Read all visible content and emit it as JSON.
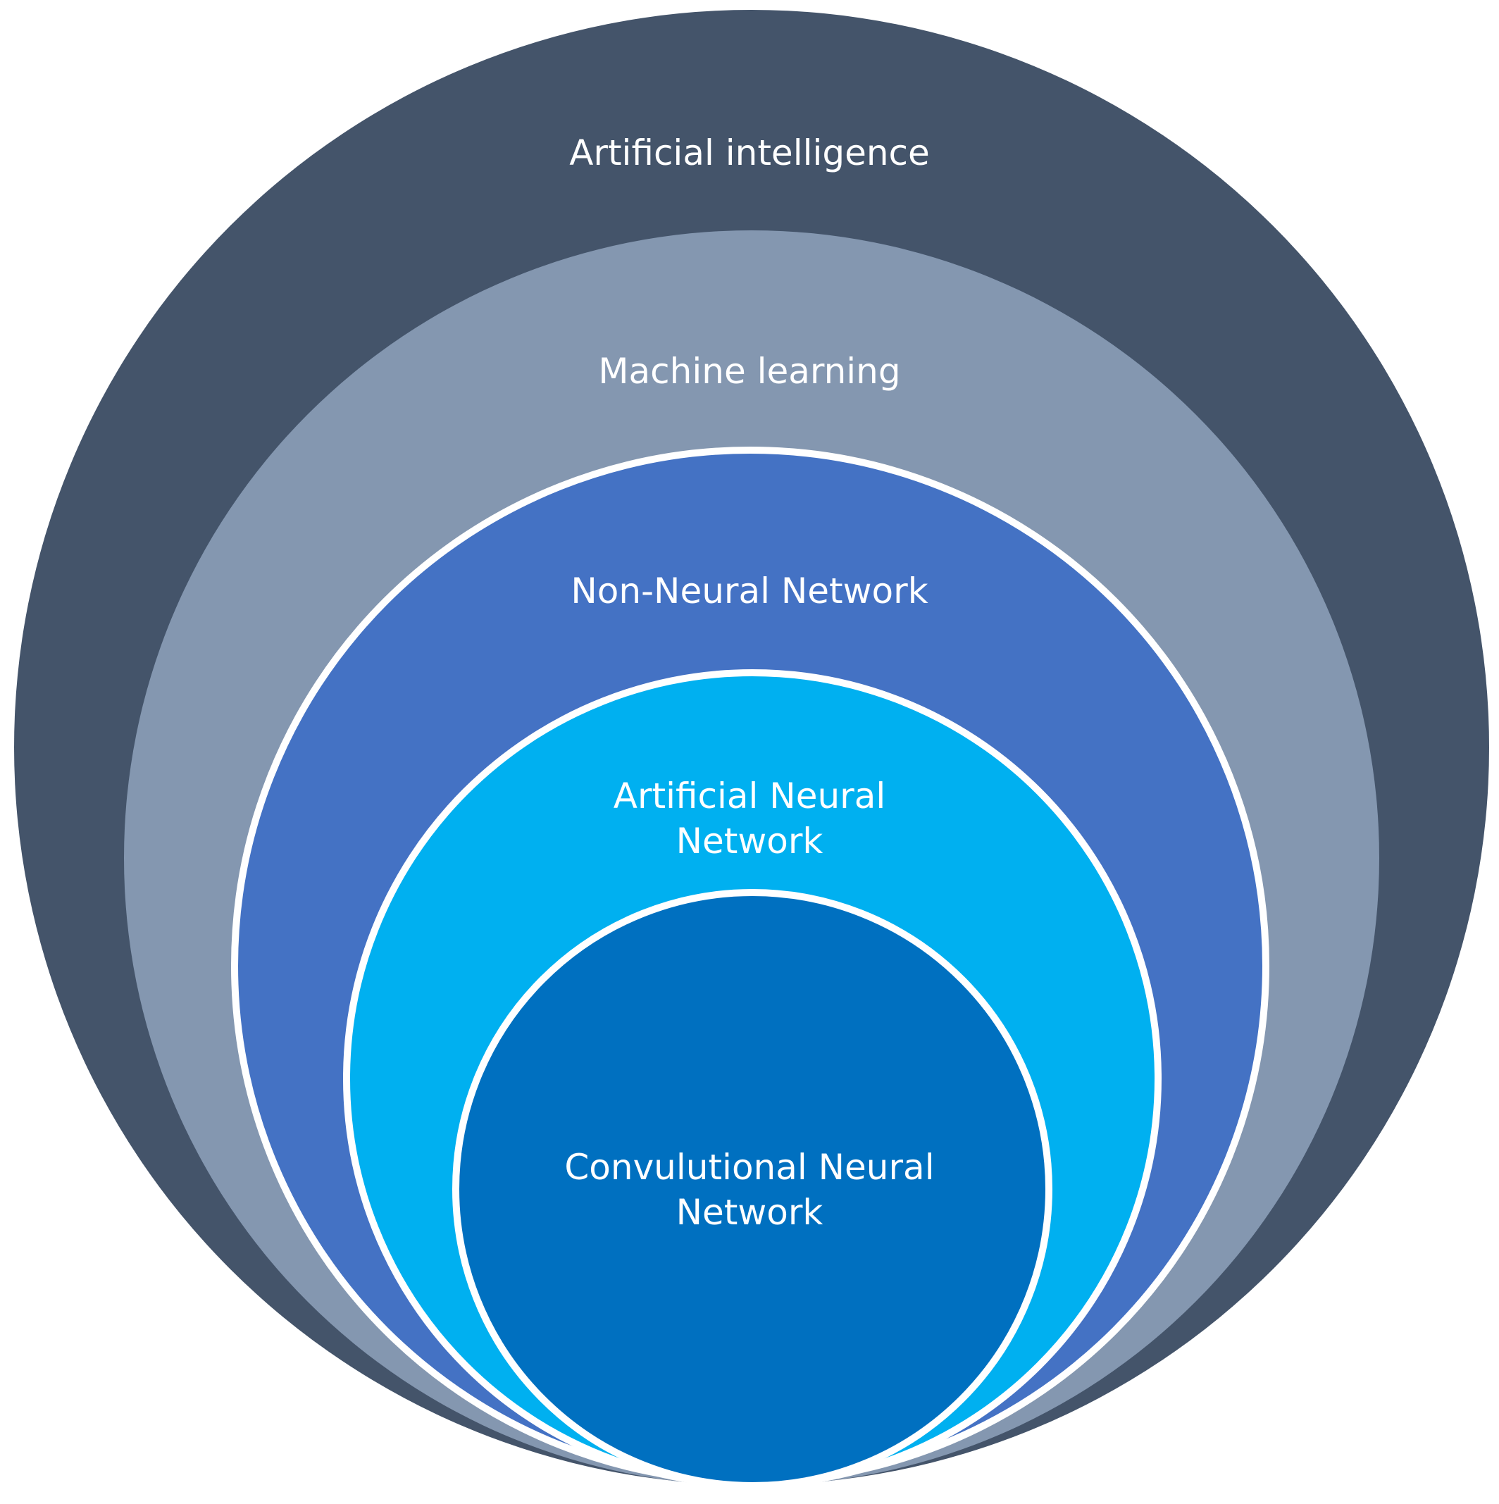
{
  "layers": [
    {
      "id": "artificial-intelligence",
      "lines": [
        "Artificial intelligence"
      ],
      "color": "#44546A"
    },
    {
      "id": "machine-learning",
      "lines": [
        "Machine  learning"
      ],
      "color": "#8497B0"
    },
    {
      "id": "non-neural-network",
      "lines": [
        "Non-Neural Network"
      ],
      "color": "#4472C4"
    },
    {
      "id": "artificial-neural-network",
      "lines": [
        "Artificial Neural",
        "Network"
      ],
      "color": "#00B0F0"
    },
    {
      "id": "convolutional-neural-network",
      "lines": [
        "Convulutional Neural",
        "Network"
      ],
      "color": "#0070C0"
    }
  ],
  "outline_color": "#FFFFFF"
}
